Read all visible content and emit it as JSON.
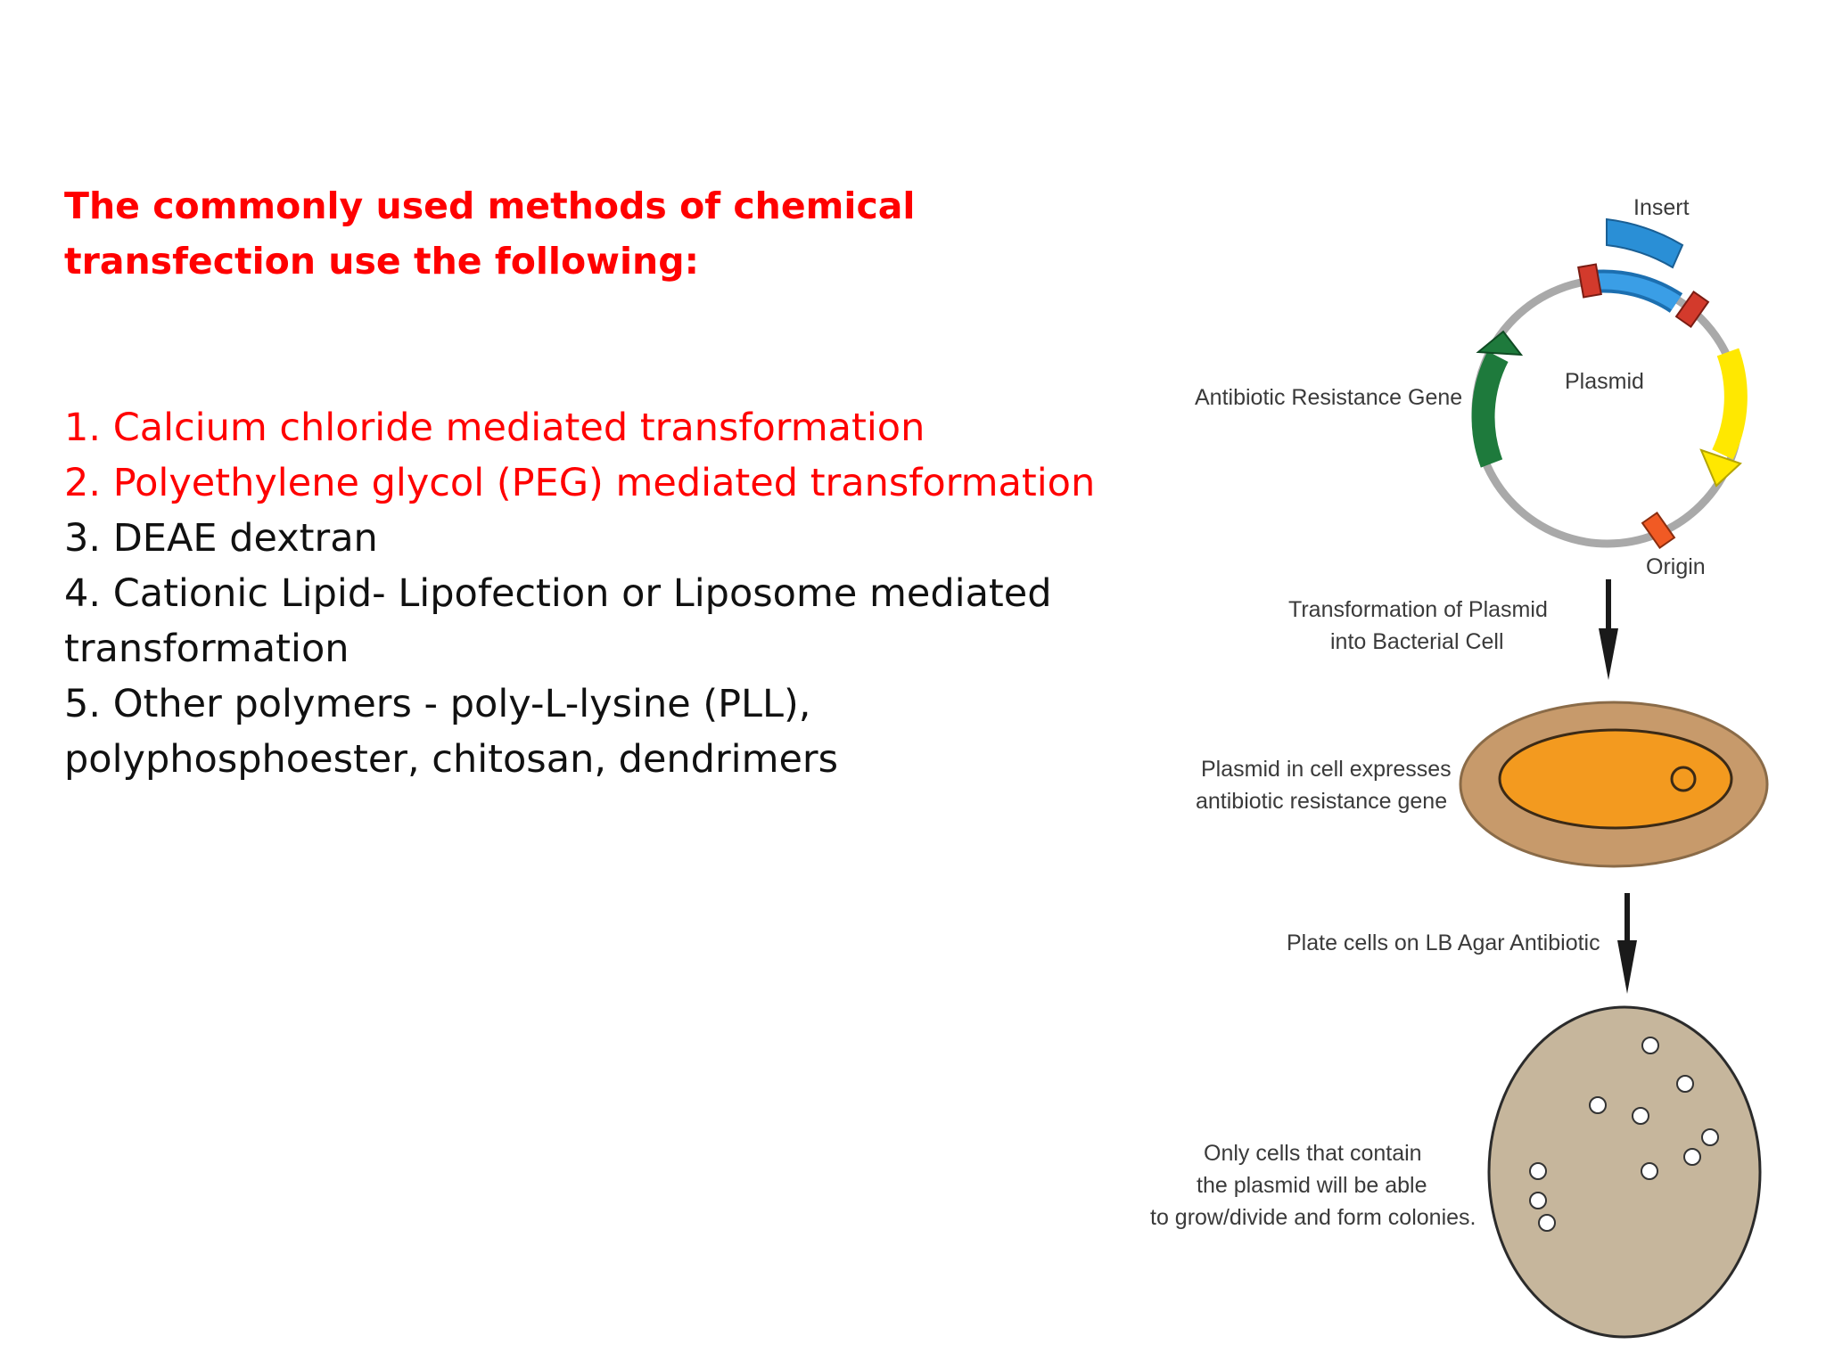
{
  "slide": {
    "heading": "The commonly used methods of chemical transfection use the following:",
    "methods": [
      {
        "text": "1.  Calcium chloride mediated transformation"
      },
      {
        "text": "2. Polyethylene glycol (PEG) mediated transformation"
      },
      {
        "text": "3.  DEAE dextran"
      },
      {
        "text": "4.  Cationic Lipid- Lipofection or Liposome mediated transformation"
      },
      {
        "text": "5.  Other polymers - poly-L-lysine (PLL), polyphosphoester, chitosan, dendrimers"
      }
    ]
  },
  "diagram": {
    "insert_label": "Insert",
    "plasmid_label": "Plasmid",
    "resistance_gene_label": "Antibiotic Resistance Gene",
    "origin_label": "Origin",
    "step1_line1": "Transformation of Plasmid",
    "step1_line2": "into Bacterial Cell",
    "cell_line1": "Plasmid in cell expresses",
    "cell_line2": "antibiotic resistance gene",
    "step2_label": "Plate cells on LB Agar Antibiotic",
    "plate_line1": "Only cells that contain",
    "plate_line2": "the  plasmid will be able",
    "plate_line3": "to grow/divide and form colonies."
  },
  "colors": {
    "highlight": "#ff0000",
    "body_text": "#111111",
    "insert": "#2a8fd6",
    "marker": "#d33a2c",
    "resistance_gene": "#1e7a3c",
    "yellow_gene": "#ffe800",
    "origin": "#f15a24",
    "backbone": "#a6a6a6",
    "cell_outer": "#c79a6b",
    "cell_inner": "#f39a1f",
    "plate": "#c6b69c"
  },
  "legend": {
    "highlighted_items": [
      1,
      2
    ]
  }
}
